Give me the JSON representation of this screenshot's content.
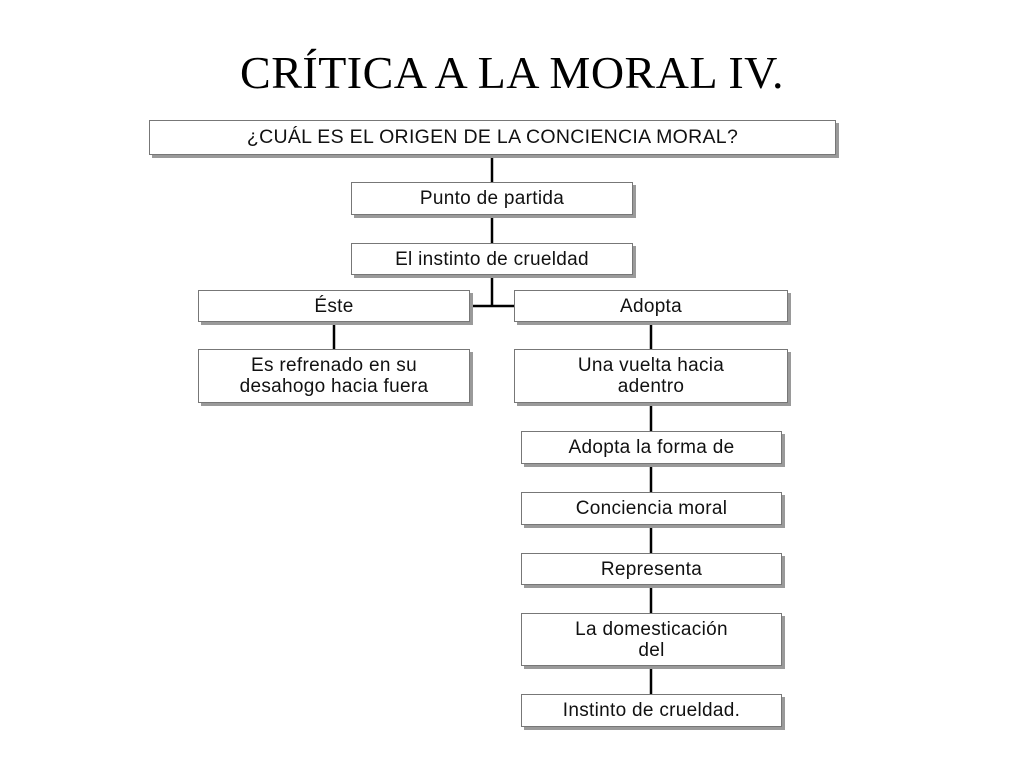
{
  "title": "CRÍTICA A LA MORAL IV.",
  "boxes": {
    "question": "¿CUÁL ES EL ORIGEN DE LA CONCIENCIA MORAL?",
    "starting_point": "Punto de partida",
    "instinct": "El instinto de crueldad",
    "this": "Éste",
    "adopts": "Adopta",
    "restrained_line1": "Es refrenado en su",
    "restrained_line2": "desahogo hacia fuera",
    "turn_line1": "Una vuelta hacia",
    "turn_line2": "adentro",
    "takes_form": "Adopta la forma de",
    "conscience": "Conciencia moral",
    "represents": "Representa",
    "domestication_line1": "La domesticación",
    "domestication_line2": "del",
    "instinct_end": "Instinto de crueldad."
  }
}
